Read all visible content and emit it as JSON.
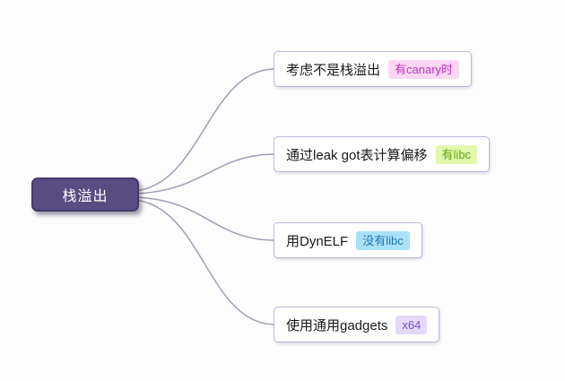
{
  "root": {
    "label": "栈溢出",
    "bg": "#584c82",
    "border": "#453a6b",
    "text_color": "#ffffff"
  },
  "branches": [
    {
      "label": "考虑不是栈溢出",
      "tag": "有canary时",
      "tag_bg": "#fbd7f3",
      "tag_color": "#c136c1"
    },
    {
      "label": "通过leak got表计算偏移",
      "tag": "有libc",
      "tag_bg": "#e1f8ad",
      "tag_color": "#64a414"
    },
    {
      "label": "用DynELF",
      "tag": "没有libc",
      "tag_bg": "#a9e1f9",
      "tag_color": "#2377b3"
    },
    {
      "label": "使用通用gadgets",
      "tag": "x64",
      "tag_bg": "#e4d9f8",
      "tag_color": "#7a52cf"
    }
  ],
  "connector_color": "#a39bb5"
}
